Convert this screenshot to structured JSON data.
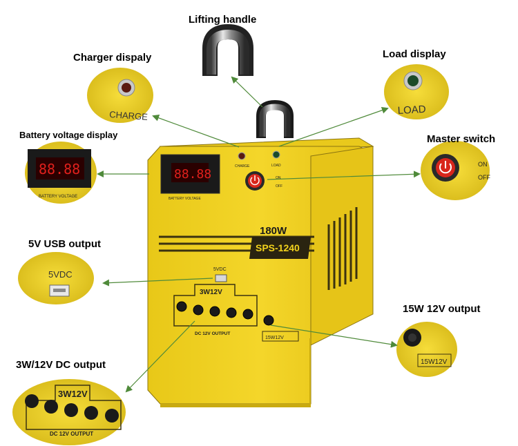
{
  "callouts": {
    "lifting_handle": "Lifting handle",
    "charger_display": "Charger dispaly",
    "load_display": "Load display",
    "battery_voltage_display": "Battery  voltage display",
    "master_switch": "Master switch",
    "usb_output": "5V USB output",
    "dc_15w_output": "15W 12V output",
    "dc_3w_output": "3W/12V DC output"
  },
  "device": {
    "power_rating": "180W",
    "model": "SPS-1240",
    "lcd_reading": "88.88",
    "battery_voltage_label": "BATTERY VOLTAGE",
    "charge_label": "CHARGE",
    "load_label": "LOAD",
    "switch_on_label": "ON",
    "switch_off_label": "OFF",
    "usb_label": "5VDC",
    "dc_group_label": "3W12V",
    "dc_output_label": "DC 12V OUTPUT",
    "dc_15w_label": "15W12V"
  },
  "zoom": {
    "charge_label": "CHARGE",
    "load_label": "LOAD",
    "battery_voltage_label": "BATTERY VOLTAGE",
    "lcd_reading": "88.88",
    "switch_on_label": "ON",
    "switch_off_label": "OFF",
    "usb_label": "5VDC",
    "dc_group_label": "3W12V",
    "dc_output_label": "DC 12V OUTPUT",
    "dc_15w_label": "15W12V"
  },
  "colors": {
    "body_yellow": "#f2d21c",
    "arrow_green": "#4f8a3a",
    "lcd_red": "#e0201c",
    "switch_red": "#d8261c"
  }
}
